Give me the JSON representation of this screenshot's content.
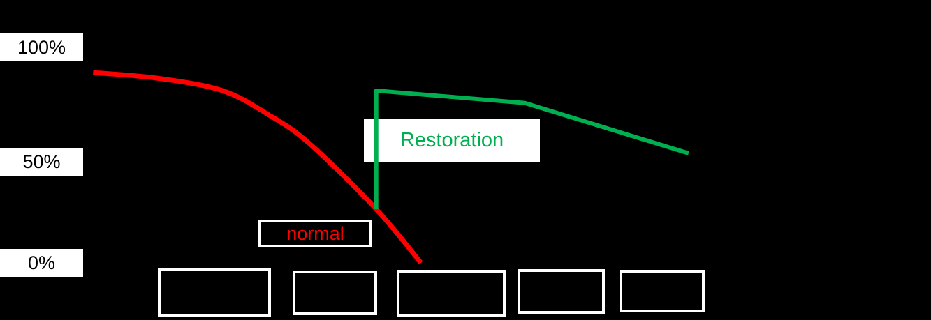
{
  "figure": {
    "background_color": "#000000",
    "description": "Condition / performance over time: red 'normal' deterioration curve dropping from ~89% to 0%, green 'Restoration' line jumping from ~25% back up to ~80% and slowly declining to ~51%."
  },
  "y_axis": {
    "labels": [
      {
        "text": "100%"
      },
      {
        "text": "50%"
      },
      {
        "text": "0%"
      }
    ]
  },
  "x_axis": {
    "placeholder_box_count": 5,
    "note": "five empty white-outlined boxes, no visible tick label text"
  },
  "annotations": {
    "normal_label": "normal",
    "restoration_label": "Restoration"
  },
  "colors": {
    "normal_line": "#ff0000",
    "restoration_line": "#00b050",
    "label_box_bg": "#ffffff",
    "label_box_text": "#000000",
    "background": "#000000"
  },
  "chart_data": {
    "type": "line",
    "title": "",
    "xlabel": "",
    "ylabel": "",
    "ylim": [
      0,
      100
    ],
    "y_ticks": [
      "100%",
      "50%",
      "0%"
    ],
    "x_ticks": [],
    "x_unit": "relative timeline position 0-100 (no visible x-axis values)",
    "grid": false,
    "legend": "none (inline text annotations instead)",
    "series": [
      {
        "name": "normal",
        "color": "#ff0000",
        "style": "smooth",
        "stroke_width": 7,
        "points": [
          {
            "x": 1.6,
            "y": 88.6
          },
          {
            "x": 11.9,
            "y": 86.0
          },
          {
            "x": 22.4,
            "y": 80.2
          },
          {
            "x": 29.9,
            "y": 68.8
          },
          {
            "x": 36.4,
            "y": 55.5
          },
          {
            "x": 47.1,
            "y": 25.0
          },
          {
            "x": 54.3,
            "y": 0.0
          }
        ]
      },
      {
        "name": "Restoration",
        "color": "#00b050",
        "style": "straight",
        "stroke_width": 6,
        "points": [
          {
            "x": 47.1,
            "y": 25.0
          },
          {
            "x": 47.1,
            "y": 80.2
          },
          {
            "x": 71.0,
            "y": 74.4
          },
          {
            "x": 97.3,
            "y": 51.0
          }
        ]
      }
    ],
    "annotations": [
      {
        "text": "normal",
        "color": "#ff0000",
        "attached_series": "normal"
      },
      {
        "text": "Restoration",
        "color": "#00b050",
        "attached_series": "Restoration"
      }
    ]
  }
}
